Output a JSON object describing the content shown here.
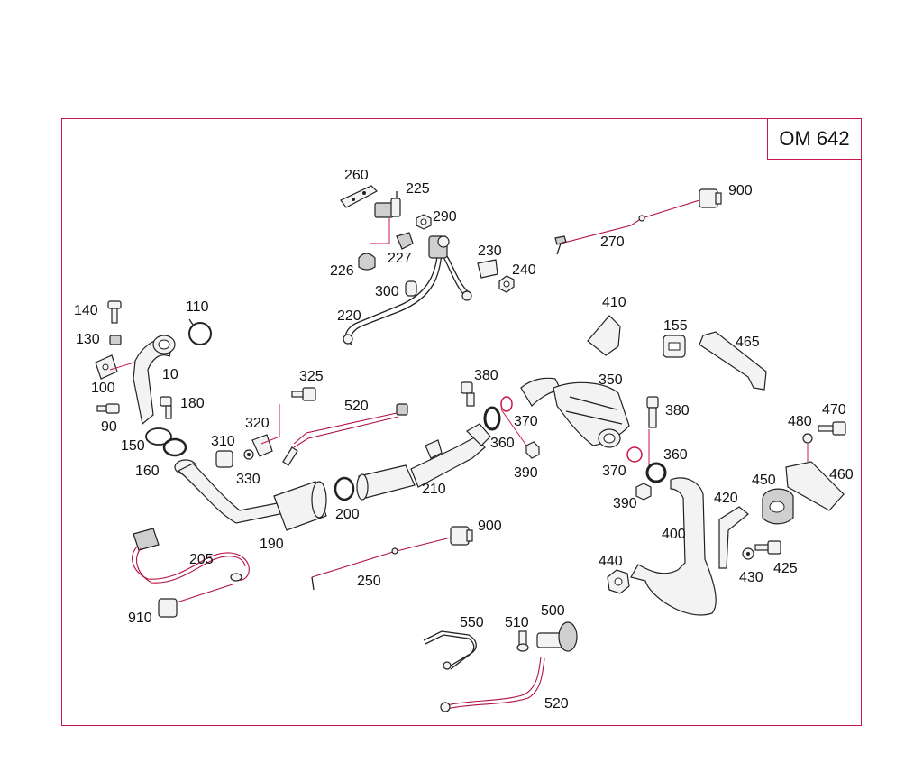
{
  "engine_label": "OM 642",
  "part_numbers": {
    "p10": "10",
    "p90": "90",
    "p100": "100",
    "p110": "110",
    "p130": "130",
    "p140": "140",
    "p150": "150",
    "p155": "155",
    "p160": "160",
    "p180": "180",
    "p190": "190",
    "p200": "200",
    "p205": "205",
    "p210": "210",
    "p220": "220",
    "p225": "225",
    "p226": "226",
    "p227": "227",
    "p230": "230",
    "p240": "240",
    "p250": "250",
    "p260": "260",
    "p270": "270",
    "p290": "290",
    "p300": "300",
    "p310": "310",
    "p320": "320",
    "p325": "325",
    "p330": "330",
    "p350": "350",
    "p360a": "360",
    "p360b": "360",
    "p370a": "370",
    "p370b": "370",
    "p380a": "380",
    "p380b": "380",
    "p390a": "390",
    "p390b": "390",
    "p400": "400",
    "p410": "410",
    "p420": "420",
    "p425": "425",
    "p430": "430",
    "p440": "440",
    "p450": "450",
    "p460": "460",
    "p465": "465",
    "p470": "470",
    "p480": "480",
    "p500": "500",
    "p510": "510",
    "p520a": "520",
    "p520b": "520",
    "p550": "550",
    "p900a": "900",
    "p900b": "900",
    "p910": "910"
  }
}
